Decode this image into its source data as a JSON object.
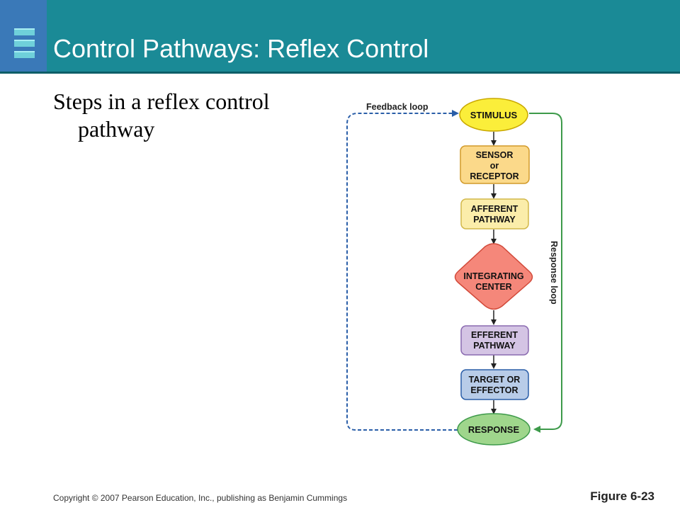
{
  "slide": {
    "title": "Control Pathways: Reflex Control",
    "bullet": "Steps in a reflex control pathway",
    "footer_copyright": "Copyright © 2007 Pearson Education, Inc., publishing as Benjamin Cummings",
    "figure_label": "Figure 6-23"
  },
  "diagram": {
    "feedback_label": "Feedback loop",
    "response_label": "Response loop",
    "steps": [
      {
        "line1": "STIMULUS",
        "line2": "",
        "line3": ""
      },
      {
        "line1": "SENSOR",
        "line2": "or",
        "line3": "RECEPTOR"
      },
      {
        "line1": "AFFERENT",
        "line2": "PATHWAY",
        "line3": ""
      },
      {
        "line1": "INTEGRATING",
        "line2": "CENTER",
        "line3": ""
      },
      {
        "line1": "EFFERENT",
        "line2": "PATHWAY",
        "line3": ""
      },
      {
        "line1": "TARGET OR",
        "line2": "EFFECTOR",
        "line3": ""
      },
      {
        "line1": "RESPONSE",
        "line2": "",
        "line3": ""
      }
    ]
  },
  "colors": {
    "header_bg": "#1a8a96",
    "logo_bg": "#3a79b8",
    "stimulus_fill": "#fbee3a",
    "sensor_fill": "#fbd98a",
    "afferent_fill": "#fbedaa",
    "integrating_fill": "#f5877a",
    "efferent_fill": "#d4c4e4",
    "effector_fill": "#b8cce8",
    "response_fill": "#9fd68c",
    "feedback_line": "#2a5ea8",
    "response_line": "#3d9a4a"
  }
}
